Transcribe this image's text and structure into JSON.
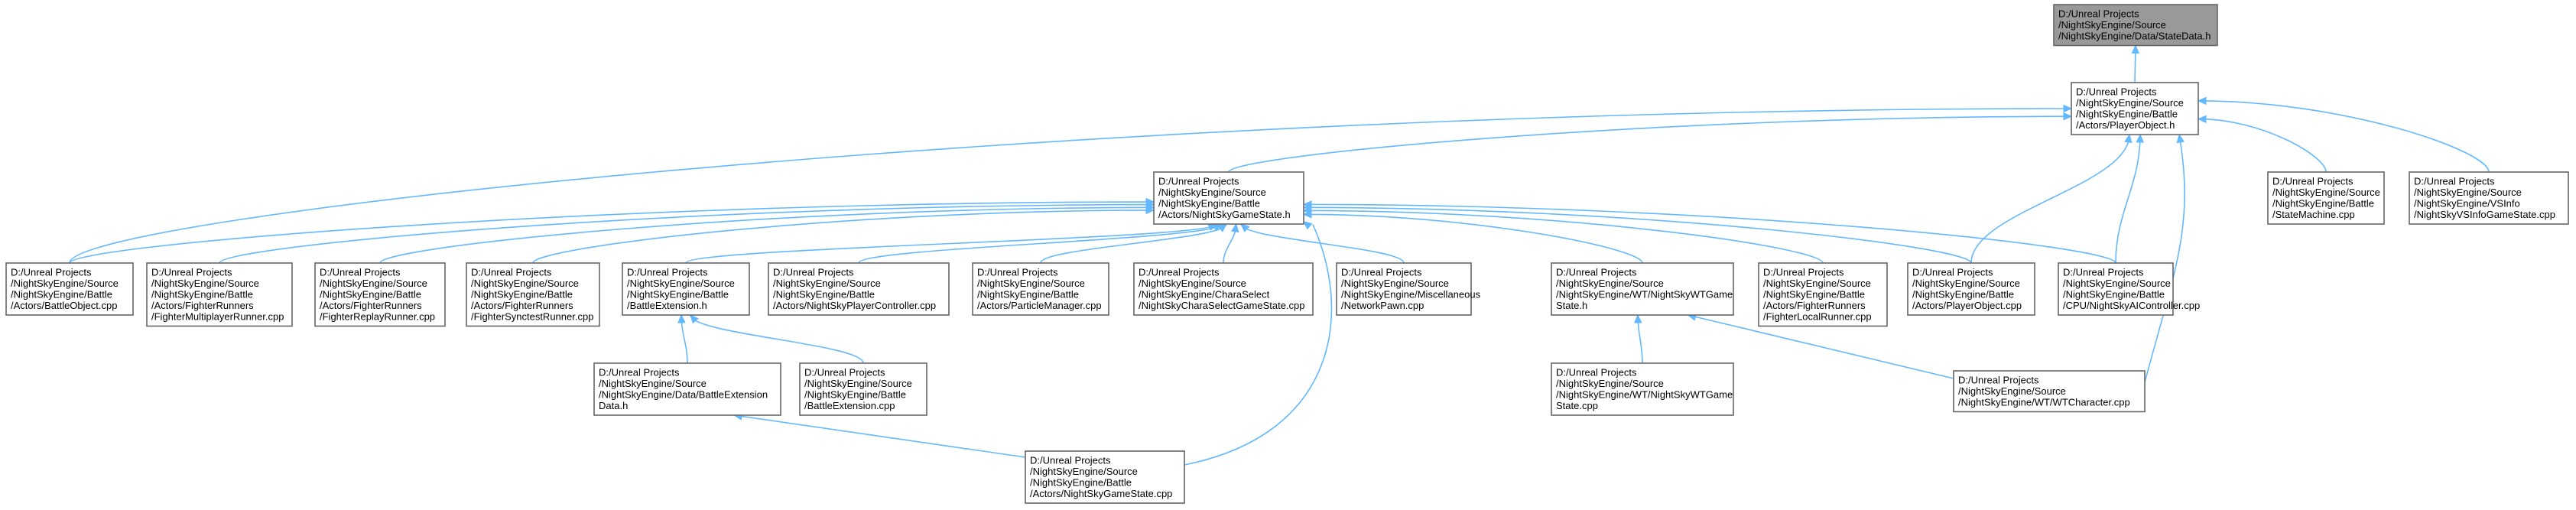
{
  "nodes": [
    {
      "id": "statedata",
      "root": true,
      "lines": [
        "D:/Unreal Projects",
        "/NightSkyEngine/Source",
        "/NightSkyEngine/Data/StateData.h"
      ]
    },
    {
      "id": "playerobject_h",
      "lines": [
        "D:/Unreal Projects",
        "/NightSkyEngine/Source",
        "/NightSkyEngine/Battle",
        "/Actors/PlayerObject.h"
      ]
    },
    {
      "id": "gamestate_h",
      "lines": [
        "D:/Unreal Projects",
        "/NightSkyEngine/Source",
        "/NightSkyEngine/Battle",
        "/Actors/NightSkyGameState.h"
      ]
    },
    {
      "id": "statemachine_cpp",
      "lines": [
        "D:/Unreal Projects",
        "/NightSkyEngine/Source",
        "/NightSkyEngine/Battle",
        "/StateMachine.cpp"
      ]
    },
    {
      "id": "vsinfo_cpp",
      "lines": [
        "D:/Unreal Projects",
        "/NightSkyEngine/Source",
        "/NightSkyEngine/VSInfo",
        "/NightSkyVSInfoGameState.cpp"
      ]
    },
    {
      "id": "battleobject_cpp",
      "lines": [
        "D:/Unreal Projects",
        "/NightSkyEngine/Source",
        "/NightSkyEngine/Battle",
        "/Actors/BattleObject.cpp"
      ]
    },
    {
      "id": "multiplayer_cpp",
      "lines": [
        "D:/Unreal Projects",
        "/NightSkyEngine/Source",
        "/NightSkyEngine/Battle",
        "/Actors/FighterRunners",
        "/FighterMultiplayerRunner.cpp"
      ]
    },
    {
      "id": "replay_cpp",
      "lines": [
        "D:/Unreal Projects",
        "/NightSkyEngine/Source",
        "/NightSkyEngine/Battle",
        "/Actors/FighterRunners",
        "/FighterReplayRunner.cpp"
      ]
    },
    {
      "id": "synctest_cpp",
      "lines": [
        "D:/Unreal Projects",
        "/NightSkyEngine/Source",
        "/NightSkyEngine/Battle",
        "/Actors/FighterRunners",
        "/FighterSynctestRunner.cpp"
      ]
    },
    {
      "id": "battleext_h",
      "lines": [
        "D:/Unreal Projects",
        "/NightSkyEngine/Source",
        "/NightSkyEngine/Battle",
        "/BattleExtension.h"
      ]
    },
    {
      "id": "playercontroller_cpp",
      "lines": [
        "D:/Unreal Projects",
        "/NightSkyEngine/Source",
        "/NightSkyEngine/Battle",
        "/Actors/NightSkyPlayerController.cpp"
      ]
    },
    {
      "id": "particlemanager_cpp",
      "lines": [
        "D:/Unreal Projects",
        "/NightSkyEngine/Source",
        "/NightSkyEngine/Battle",
        "/Actors/ParticleManager.cpp"
      ]
    },
    {
      "id": "charaselect_cpp",
      "lines": [
        "D:/Unreal Projects",
        "/NightSkyEngine/Source",
        "/NightSkyEngine/CharaSelect",
        "/NightSkyCharaSelectGameState.cpp"
      ]
    },
    {
      "id": "networkpawn_cpp",
      "lines": [
        "D:/Unreal Projects",
        "/NightSkyEngine/Source",
        "/NightSkyEngine/Miscellaneous",
        "/NetworkPawn.cpp"
      ]
    },
    {
      "id": "wtgamestate_h",
      "lines": [
        "D:/Unreal Projects",
        "/NightSkyEngine/Source",
        "/NightSkyEngine/WT/NightSkyWTGame",
        "State.h"
      ]
    },
    {
      "id": "localrunner_cpp",
      "lines": [
        "D:/Unreal Projects",
        "/NightSkyEngine/Source",
        "/NightSkyEngine/Battle",
        "/Actors/FighterRunners",
        "/FighterLocalRunner.cpp"
      ]
    },
    {
      "id": "playerobject_cpp",
      "lines": [
        "D:/Unreal Projects",
        "/NightSkyEngine/Source",
        "/NightSkyEngine/Battle",
        "/Actors/PlayerObject.cpp"
      ]
    },
    {
      "id": "aicontroller_cpp",
      "lines": [
        "D:/Unreal Projects",
        "/NightSkyEngine/Source",
        "/NightSkyEngine/Battle",
        "/CPU/NightSkyAIController.cpp"
      ]
    },
    {
      "id": "battleextdata_h",
      "lines": [
        "D:/Unreal Projects",
        "/NightSkyEngine/Source",
        "/NightSkyEngine/Data/BattleExtension",
        "Data.h"
      ]
    },
    {
      "id": "battleext_cpp",
      "lines": [
        "D:/Unreal Projects",
        "/NightSkyEngine/Source",
        "/NightSkyEngine/Battle",
        "/BattleExtension.cpp"
      ]
    },
    {
      "id": "wtgamestate_cpp",
      "lines": [
        "D:/Unreal Projects",
        "/NightSkyEngine/Source",
        "/NightSkyEngine/WT/NightSkyWTGame",
        "State.cpp"
      ]
    },
    {
      "id": "wtcharacter_cpp",
      "lines": [
        "D:/Unreal Projects",
        "/NightSkyEngine/Source",
        "/NightSkyEngine/WT/WTCharacter.cpp"
      ]
    },
    {
      "id": "gamestate_cpp",
      "lines": [
        "D:/Unreal Projects",
        "/NightSkyEngine/Source",
        "/NightSkyEngine/Battle",
        "/Actors/NightSkyGameState.cpp"
      ]
    }
  ],
  "edges": [
    [
      "playerobject_h",
      "statedata"
    ],
    [
      "gamestate_h",
      "playerobject_h"
    ],
    [
      "statemachine_cpp",
      "playerobject_h"
    ],
    [
      "vsinfo_cpp",
      "playerobject_h"
    ],
    [
      "battleobject_cpp",
      "playerobject_h"
    ],
    [
      "playerobject_cpp",
      "playerobject_h"
    ],
    [
      "aicontroller_cpp",
      "playerobject_h"
    ],
    [
      "wtcharacter_cpp",
      "playerobject_h"
    ],
    [
      "battleobject_cpp",
      "gamestate_h"
    ],
    [
      "multiplayer_cpp",
      "gamestate_h"
    ],
    [
      "replay_cpp",
      "gamestate_h"
    ],
    [
      "synctest_cpp",
      "gamestate_h"
    ],
    [
      "battleext_h",
      "gamestate_h"
    ],
    [
      "playercontroller_cpp",
      "gamestate_h"
    ],
    [
      "particlemanager_cpp",
      "gamestate_h"
    ],
    [
      "charaselect_cpp",
      "gamestate_h"
    ],
    [
      "networkpawn_cpp",
      "gamestate_h"
    ],
    [
      "wtgamestate_h",
      "gamestate_h"
    ],
    [
      "localrunner_cpp",
      "gamestate_h"
    ],
    [
      "playerobject_cpp",
      "gamestate_h"
    ],
    [
      "aicontroller_cpp",
      "gamestate_h"
    ],
    [
      "gamestate_cpp",
      "gamestate_h"
    ],
    [
      "battleextdata_h",
      "battleext_h"
    ],
    [
      "battleext_cpp",
      "battleext_h"
    ],
    [
      "gamestate_cpp",
      "battleextdata_h"
    ],
    [
      "wtgamestate_cpp",
      "wtgamestate_h"
    ],
    [
      "wtcharacter_cpp",
      "wtgamestate_h"
    ]
  ],
  "colors": {
    "edge": "#63b8ff",
    "root_fill": "#999999",
    "node_border": "#666666"
  }
}
